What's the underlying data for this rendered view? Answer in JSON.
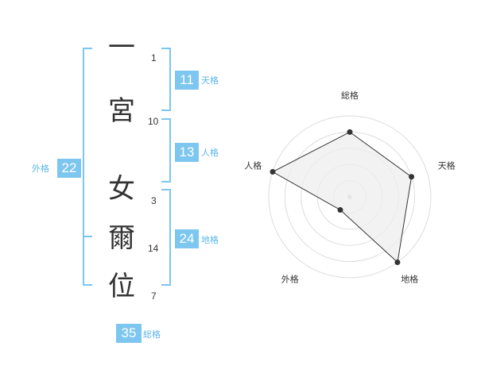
{
  "name": {
    "characters": [
      {
        "char": "一",
        "strokes": "1"
      },
      {
        "char": "宮",
        "strokes": "10"
      },
      {
        "char": "女",
        "strokes": "3"
      },
      {
        "char": "爾",
        "strokes": "14"
      },
      {
        "char": "位",
        "strokes": "7"
      }
    ]
  },
  "fortune": {
    "ten": {
      "value": "11",
      "label": "天格"
    },
    "jin": {
      "value": "13",
      "label": "人格"
    },
    "chi": {
      "value": "24",
      "label": "地格"
    },
    "gai": {
      "value": "22",
      "label": "外格"
    },
    "so": {
      "value": "35",
      "label": "総格"
    }
  },
  "chart_data": {
    "type": "radar",
    "axes": [
      "総格",
      "天格",
      "地格",
      "外格",
      "人格"
    ],
    "values": [
      4,
      4,
      5,
      1,
      5
    ],
    "rmax": 5,
    "rings": 5,
    "grid": true,
    "fill_color": "#eeeeee",
    "line_color": "#333333",
    "ring_color": "#dddddd"
  },
  "colors": {
    "accent": "#7cc6f0",
    "accent_text": "#5bb6e8"
  }
}
